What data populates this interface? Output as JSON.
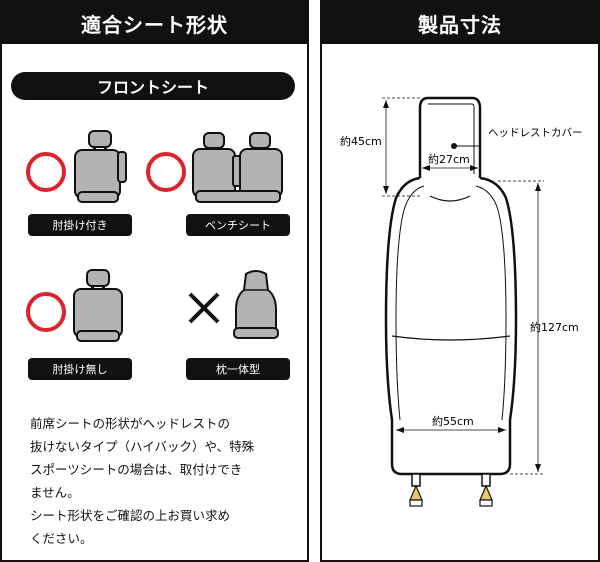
{
  "left": {
    "title": "適合シート形状",
    "section": "フロントシート",
    "items": [
      {
        "label": "肘掛け付き",
        "status": "ok"
      },
      {
        "label": "ベンチシート",
        "status": "ok"
      },
      {
        "label": "肘掛け無し",
        "status": "ok"
      },
      {
        "label": "枕一体型",
        "status": "ng"
      }
    ],
    "notes": [
      "前席シートの形状がヘッドレストの",
      "抜けないタイプ（ハイバック）や、特殊",
      "スポーツシートの場合は、取付けでき",
      "ません。",
      "シート形状をご確認の上お買い求め",
      "ください。"
    ]
  },
  "right": {
    "title": "製品寸法",
    "headrest_label": "ヘッドレストカバー",
    "dim_head_height": "約45cm",
    "dim_head_width": "約27cm",
    "dim_total_height": "約127cm",
    "dim_body_width": "約55cm"
  },
  "colors": {
    "ok_ring": "#d9262e",
    "seat_fill": "#b3b3b3",
    "dark": "#111111"
  }
}
